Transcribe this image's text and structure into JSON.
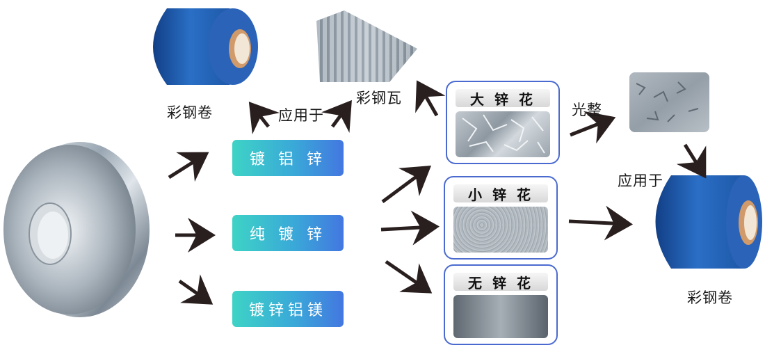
{
  "products": {
    "top_coil_label": "彩钢卷",
    "roof_sheet_label": "彩钢瓦",
    "right_coil_label": "彩钢卷",
    "applied_to_top": "应用于",
    "applied_to_right": "应用于",
    "smooth_label": "光整"
  },
  "coatings": [
    {
      "label": "镀 铝 锌"
    },
    {
      "label": "纯 镀 锌"
    },
    {
      "label": "镀锌铝镁"
    }
  ],
  "spangles": [
    {
      "title": "大 锌 花"
    },
    {
      "title": "小 锌 花"
    },
    {
      "title": "无 锌 花"
    }
  ],
  "colors": {
    "button_gradient_start": "#3ed3c6",
    "button_gradient_end": "#4377e0",
    "card_border": "#4a6ad0",
    "coil_blue": "#1f5fb4",
    "arrow": "#2a1f1f"
  }
}
